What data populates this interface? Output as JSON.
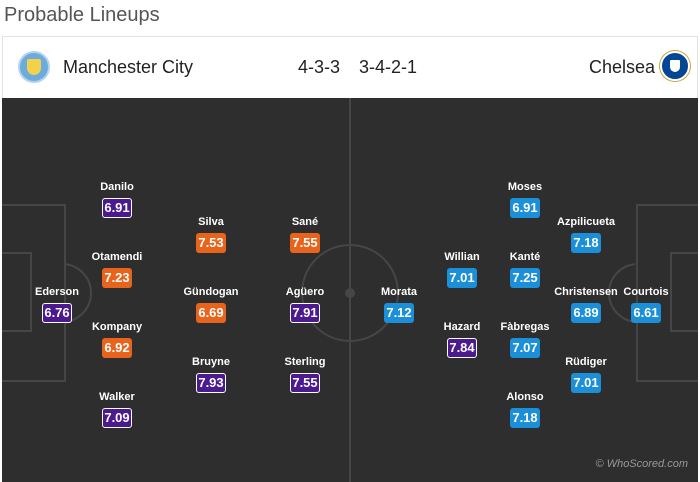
{
  "page": {
    "title": "Probable Lineups"
  },
  "match": {
    "home": {
      "name": "Manchester City",
      "formation": "4-3-3"
    },
    "away": {
      "name": "Chelsea",
      "formation": "3-4-2-1"
    }
  },
  "colors": {
    "pitch": "#2e2e2e",
    "pitch_lines": "#464646",
    "rating_purple": "#4b1a8e",
    "rating_orange": "#e8641c",
    "rating_blue": "#1b8fd8"
  },
  "players": [
    {
      "name": "Danilo",
      "rating": "6.91",
      "color": "purple"
    },
    {
      "name": "Otamendi",
      "rating": "7.23",
      "color": "orange"
    },
    {
      "name": "Ederson",
      "rating": "6.76",
      "color": "purple"
    },
    {
      "name": "Kompany",
      "rating": "6.92",
      "color": "orange"
    },
    {
      "name": "Walker",
      "rating": "7.09",
      "color": "purple"
    },
    {
      "name": "Silva",
      "rating": "7.53",
      "color": "orange"
    },
    {
      "name": "Gündogan",
      "rating": "6.69",
      "color": "orange"
    },
    {
      "name": "Bruyne",
      "rating": "7.93",
      "color": "purple"
    },
    {
      "name": "Sané",
      "rating": "7.55",
      "color": "orange"
    },
    {
      "name": "Agüero",
      "rating": "7.91",
      "color": "purple"
    },
    {
      "name": "Sterling",
      "rating": "7.55",
      "color": "purple"
    },
    {
      "name": "Morata",
      "rating": "7.12",
      "color": "blue"
    },
    {
      "name": "Willian",
      "rating": "7.01",
      "color": "blue"
    },
    {
      "name": "Hazard",
      "rating": "7.84",
      "color": "purple"
    },
    {
      "name": "Moses",
      "rating": "6.91",
      "color": "blue"
    },
    {
      "name": "Kanté",
      "rating": "7.25",
      "color": "blue"
    },
    {
      "name": "Fàbregas",
      "rating": "7.07",
      "color": "blue"
    },
    {
      "name": "Alonso",
      "rating": "7.18",
      "color": "blue"
    },
    {
      "name": "Azpilicueta",
      "rating": "7.18",
      "color": "blue"
    },
    {
      "name": "Christensen",
      "rating": "6.89",
      "color": "blue"
    },
    {
      "name": "Rüdiger",
      "rating": "7.01",
      "color": "blue"
    },
    {
      "name": "Courtois",
      "rating": "6.61",
      "color": "blue"
    }
  ],
  "watermark": "© WhoScored.com"
}
